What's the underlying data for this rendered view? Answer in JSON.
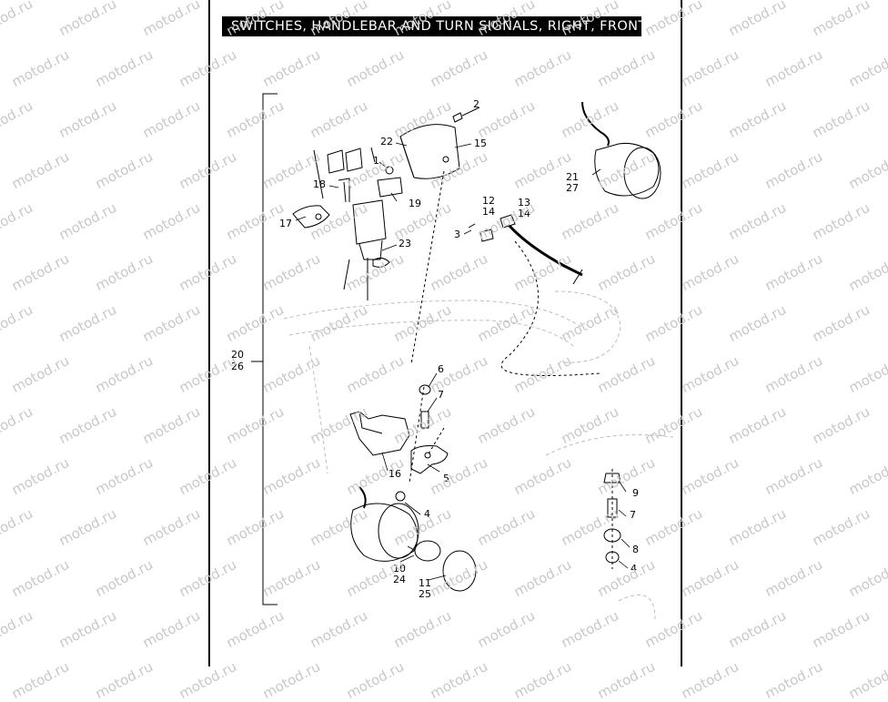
{
  "title": "SWITCHES, HANDLEBAR AND TURN SIGNALS, RIGHT, FRONT",
  "watermark": "motod.ru",
  "callouts": {
    "c1": "1",
    "c2": "2",
    "c3": "3",
    "c4a": "4",
    "c4b": "4",
    "c5": "5",
    "c6": "6",
    "c7a": "7",
    "c7b": "7",
    "c8": "8",
    "c9": "9",
    "c10": "10",
    "c24": "24",
    "c11": "11",
    "c25": "25",
    "c12": "12",
    "c14a": "14",
    "c13": "13",
    "c14b": "14",
    "c15": "15",
    "c16": "16",
    "c17": "17",
    "c18": "18",
    "c19": "19",
    "c20": "20",
    "c26": "26",
    "c21": "21",
    "c27": "27",
    "c22": "22",
    "c23": "23"
  },
  "colors": {
    "ink": "#000000",
    "watermark": "#c8c8c8",
    "title_bg": "#000000",
    "title_fg": "#ffffff"
  }
}
